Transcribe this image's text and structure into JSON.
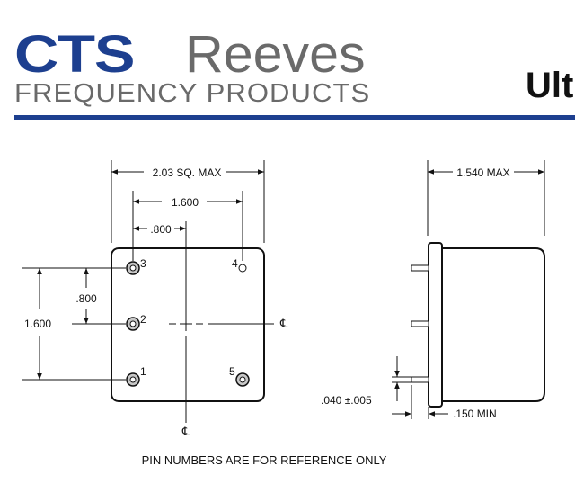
{
  "header": {
    "logo_cts": "CTS",
    "logo_reeves": "Reeves",
    "logo_sub": "FREQUENCY PRODUCTS",
    "title_partial": "Ult",
    "brand_blue": "#1d3f8f",
    "logo_gray": "#6a6a6a"
  },
  "top_view": {
    "dim_width": "2.03 SQ. MAX",
    "dim_pin_span_x": "1.600",
    "dim_pin_offset_x": ".800",
    "dim_pin_offset_y": ".800",
    "dim_pin_span_y": "1.600",
    "centerline": "℄",
    "pins": [
      "1",
      "2",
      "3",
      "4",
      "5"
    ]
  },
  "side_view": {
    "dim_height": "1.540 MAX",
    "dim_pin_dia": ".040 ±.005",
    "dim_pin_len": ".150 MIN"
  },
  "footnote": "PIN NUMBERS ARE FOR REFERENCE ONLY"
}
